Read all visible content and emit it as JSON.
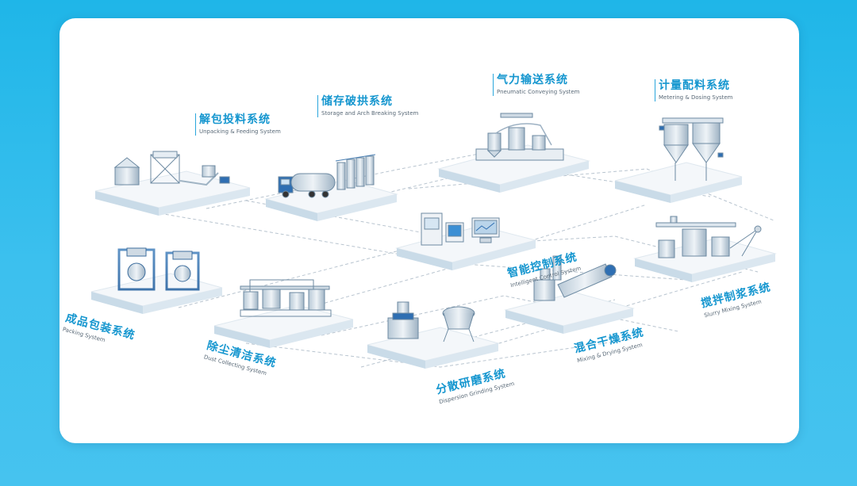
{
  "colors": {
    "accent": "#1596cf",
    "background": "#2bbbed",
    "card": "#ffffff",
    "machine": "#7fa0b8",
    "platform_top": "#f4f7fa",
    "platform_side": "#c9dbe8"
  },
  "systems": [
    {
      "zh": "解包投料系统",
      "en": "Unpacking & Feeding System",
      "icon": "feeding-machine-icon"
    },
    {
      "zh": "储存破拱系统",
      "en": "Storage and Arch Breaking System",
      "icon": "silo-truck-icon"
    },
    {
      "zh": "气力输送系统",
      "en": "Pneumatic Conveying System",
      "icon": "conveying-equipment-icon"
    },
    {
      "zh": "计量配料系统",
      "en": "Metering & Dosing System",
      "icon": "dosing-hopper-icon"
    },
    {
      "zh": "智能控制系统",
      "en": "Intelligent Control System",
      "icon": "control-cabinet-icon"
    },
    {
      "zh": "搅拌制浆系统",
      "en": "Slurry Mixing System",
      "icon": "mixing-tank-icon"
    },
    {
      "zh": "成品包装系统",
      "en": "Packing System",
      "icon": "packing-machine-icon"
    },
    {
      "zh": "除尘清洁系统",
      "en": "Dust Collecting System",
      "icon": "dust-collector-icon"
    },
    {
      "zh": "分散研磨系统",
      "en": "Dispersion Grinding System",
      "icon": "grinding-mill-icon"
    },
    {
      "zh": "混合干燥系统",
      "en": "Mixing & Drying System",
      "icon": "dryer-mixer-icon"
    }
  ]
}
